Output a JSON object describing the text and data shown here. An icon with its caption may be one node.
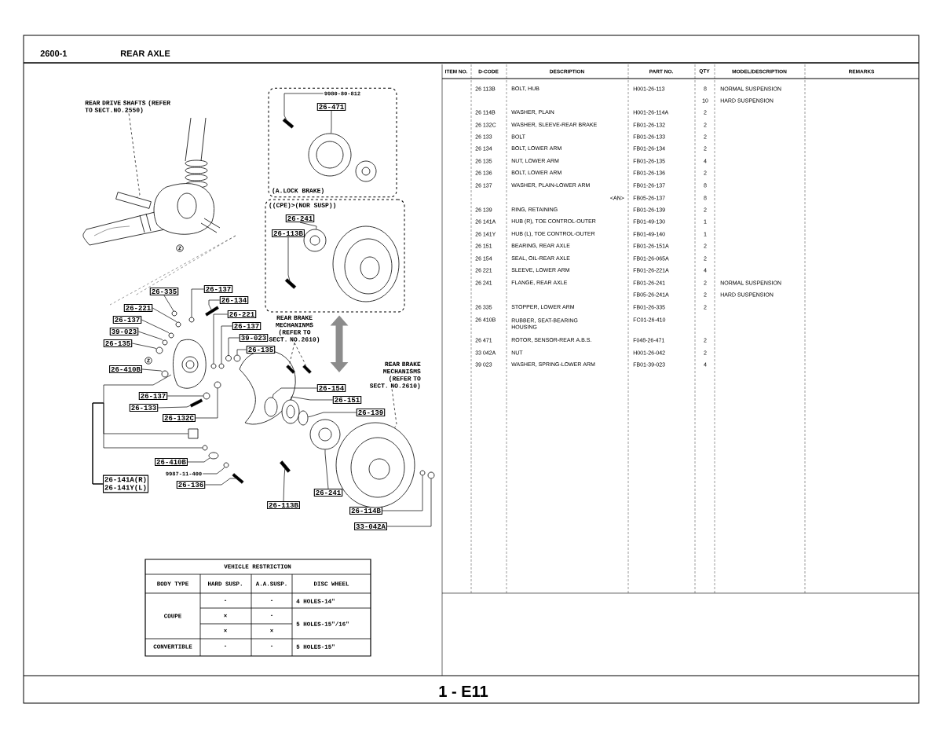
{
  "diagram": {
    "nodes": [
      {
        "text": [
          "(A.LOCK BRAKE)"
        ]
      },
      {
        "text": [
          "9980-80-812"
        ],
        "in": 0
      },
      {
        "text": [
          "26-471"
        ],
        "in": 0
      },
      {
        "text": [
          "((CPE)>(NOR SUSP))"
        ]
      },
      {
        "text": [
          "26-241"
        ],
        "in": 3
      },
      {
        "text": [
          "26-113B"
        ],
        "in": 3
      },
      {
        "text": [
          "REAR DRIVE SHAFTS (REFER TO SECT.NO.2550)"
        ]
      },
      {
        "text": [
          "Z"
        ]
      },
      {
        "text": [
          "26-335"
        ]
      },
      {
        "text": [
          "26-137"
        ]
      },
      {
        "text": [
          "26-134"
        ]
      },
      {
        "text": [
          "26-221"
        ]
      },
      {
        "text": [
          "26-221"
        ]
      },
      {
        "text": [
          "26-137"
        ]
      },
      {
        "text": [
          "26-137"
        ]
      },
      {
        "text": [
          "39-023"
        ]
      },
      {
        "text": [
          "39-023"
        ]
      },
      {
        "text": [
          "26-135"
        ]
      },
      {
        "text": [
          "26-135"
        ]
      },
      {
        "text": [
          "REAR BRAKE MECHANINMS (REFER TO SECT. NO.2610)"
        ]
      },
      {
        "text": [
          "Z"
        ]
      },
      {
        "text": [
          "26-410B"
        ]
      },
      {
        "text": [
          "REAR BRAKE MECHANISMS (REFER TO SECT. NO.2610)"
        ]
      },
      {
        "text": [
          "26-154"
        ]
      },
      {
        "text": [
          "26-151"
        ]
      },
      {
        "text": [
          "26-137"
        ]
      },
      {
        "text": [
          "26-133"
        ]
      },
      {
        "text": [
          "26-139"
        ]
      },
      {
        "text": [
          "26-132C"
        ]
      },
      {
        "text": [
          "26-410B"
        ]
      },
      {
        "text": [
          "9987-11-400"
        ]
      },
      {
        "text": [
          "26-141A(R)",
          "26-141Y(L)"
        ]
      },
      {
        "text": [
          "26-136"
        ]
      },
      {
        "text": [
          "26-241"
        ]
      },
      {
        "text": [
          "26-113B"
        ]
      },
      {
        "text": [
          "26-114B"
        ]
      },
      {
        "text": [
          "33-042A"
        ]
      },
      {
        "text": [],
        "shape": "bar",
        "in": 0
      },
      {
        "text": [],
        "shape": "circle",
        "in": 0
      },
      {
        "text": [],
        "shape": "circle",
        "in": 3
      },
      {
        "text": [],
        "shape": "bar",
        "in": 3
      },
      {
        "text": [],
        "shape": "bar"
      },
      {
        "text": [],
        "shape": "circle"
      },
      {
        "text": [],
        "shape": "circle"
      },
      {
        "text": [],
        "shape": "bar"
      },
      {
        "text": [],
        "shape": "circle"
      },
      {
        "text": [],
        "shape": "circle"
      },
      {
        "text": [],
        "shape": "circle"
      },
      {
        "text": [],
        "shape": "circle"
      },
      {
        "text": [],
        "shape": "circle"
      },
      {
        "text": [],
        "shape": "circle"
      },
      {
        "text": [],
        "shape": "circle"
      },
      {
        "text": [],
        "shape": "circle"
      },
      {
        "text": [],
        "shape": "bar"
      },
      {
        "text": [],
        "shape": "bar"
      },
      {
        "text": [],
        "shape": "circle"
      },
      {
        "text": [],
        "shape": "circle"
      },
      {
        "text": [],
        "shape": "circle"
      },
      {
        "text": [],
        "shape": "circle"
      },
      {
        "text": [],
        "shape": "circle"
      },
      {
        "text": [],
        "shape": "bar"
      },
      {
        "text": [],
        "shape": "circle"
      },
      {
        "text": [],
        "shape": "circle"
      },
      {
        "text": [],
        "shape": "circle"
      },
      {
        "text": [],
        "shape": "circle"
      },
      {
        "text": [],
        "shape": "picture"
      },
      {
        "text": [],
        "shape": "box"
      },
      {
        "text": [],
        "shape": "circle"
      },
      {
        "text": [],
        "shape": "bar"
      },
      {
        "text": [],
        "shape": "circle"
      },
      {
        "text": [],
        "shape": "bar"
      },
      {
        "text": [],
        "shape": "circle"
      },
      {
        "text": [],
        "shape": "circle"
      }
    ],
    "edges": [
      {
        "from": 1,
        "to": 37,
        "arrow": "none"
      },
      {
        "from": 2,
        "to": 38,
        "arrow": "none"
      },
      {
        "from": 4,
        "to": 39,
        "arrow": "none"
      },
      {
        "from": 5,
        "to": 40,
        "arrow": "none"
      },
      {
        "from": 6,
        "to": 41,
        "arrow": "none",
        "style": "dashed"
      },
      {
        "from": 8,
        "to": 42,
        "arrow": "none"
      },
      {
        "from": 9,
        "to": 43,
        "arrow": "none"
      },
      {
        "from": 10,
        "to": 44,
        "arrow": "none"
      },
      {
        "from": 11,
        "to": 45,
        "arrow": "none"
      },
      {
        "from": 12,
        "to": 46,
        "arrow": "none"
      },
      {
        "from": 13,
        "to": 47,
        "arrow": "none"
      },
      {
        "from": 14,
        "to": 48,
        "arrow": "none"
      },
      {
        "from": 15,
        "to": 49,
        "arrow": "none"
      },
      {
        "from": 16,
        "to": 50,
        "arrow": "none"
      },
      {
        "from": 17,
        "to": 51,
        "arrow": "none"
      },
      {
        "from": 18,
        "to": 52,
        "arrow": "none"
      },
      {
        "from": 19,
        "to": 53,
        "arrow": "none",
        "style": "dashed"
      },
      {
        "from": 19,
        "to": 54,
        "arrow": "none",
        "style": "dashed"
      },
      {
        "from": 21,
        "to": 55,
        "arrow": "none"
      },
      {
        "from": 22,
        "to": 56,
        "arrow": "none",
        "style": "dashed"
      },
      {
        "from": 23,
        "to": 57,
        "arrow": "none"
      },
      {
        "from": 24,
        "to": 58,
        "arrow": "none"
      },
      {
        "from": 25,
        "to": 59,
        "arrow": "none"
      },
      {
        "from": 26,
        "to": 60,
        "arrow": "none"
      },
      {
        "from": 27,
        "to": 61,
        "arrow": "none"
      },
      {
        "from": 28,
        "to": 62,
        "arrow": "none"
      },
      {
        "from": 29,
        "to": 63,
        "arrow": "none"
      },
      {
        "from": 30,
        "to": 64,
        "arrow": "none"
      },
      {
        "from": 31,
        "to": 65,
        "arrow": "none"
      },
      {
        "from": 31,
        "to": 66,
        "arrow": "none"
      },
      {
        "from": 31,
        "to": 67,
        "arrow": "none"
      },
      {
        "from": 32,
        "to": 68,
        "arrow": "none"
      },
      {
        "from": 33,
        "to": 69,
        "arrow": "none"
      },
      {
        "from": 34,
        "to": 70,
        "arrow": "none"
      },
      {
        "from": 35,
        "to": 71,
        "arrow": "none"
      },
      {
        "from": 36,
        "to": 72,
        "arrow": "none"
      },
      {
        "from": 3,
        "to": null,
        "arrow": "both",
        "style": "thick",
        "color": "#8c8c8c"
      }
    ],
    "labels": [
      "2600-1",
      "REAR AXLE",
      "ITEM NO.",
      "D-CODE",
      "DESCRIPTION",
      "PART NO.",
      "QTY",
      "MODEL/DESCRIPTION",
      "REMARKS",
      "26 113B",
      "BOLT, HUB",
      "H001-26-113",
      "8",
      "NORMAL SUSPENSION",
      "10",
      "HARD SUSPENSION",
      "26 114B",
      "WASHER, PLAIN",
      "H001-26-114A",
      "2",
      "26 132C",
      "WASHER, SLEEVE-REAR BRAKE",
      "FB01-26-132",
      "2",
      "26 133",
      "BOLT",
      "FB01-26-133",
      "2",
      "26 134",
      "BOLT, LOWER ARM",
      "FB01-26-134",
      "2",
      "26 135",
      "NUT, LOWER ARM",
      "FB01-26-135",
      "4",
      "26 136",
      "BOLT, LOWER ARM",
      "FB01-26-136",
      "2",
      "26 137",
      "WASHER, PLAIN-LOWER ARM",
      "FB01-26-137",
      "8",
      "<AN>",
      "FB05-26-137",
      "8",
      "26 139",
      "RING, RETAINING",
      "FB01-26-139",
      "2",
      "26 141A",
      "HUB (R), TOE CONTROL-OUTER",
      "FB01-49-130",
      "1",
      "26 141Y",
      "HUB (L), TOE CONTROL-OUTER",
      "FB01-49-140",
      "1",
      "26 151",
      "BEARING, REAR AXLE",
      "FB01-26-151A",
      "2",
      "26 154",
      "SEAL, OIL-REAR AXLE",
      "FB01-26-065A",
      "2",
      "26 221",
      "SLEEVE, LOWER ARM",
      "FB01-26-221A",
      "4",
      "26 241",
      "FLANGE, REAR AXLE",
      "FB01-26-241",
      "2",
      "NORMAL SUSPENSION",
      "FB05-26-241A",
      "2",
      "HARD SUSPENSION",
      "26 335",
      "STOPPER, LOWER ARM",
      "FB01-26-335",
      "2",
      "26 410B",
      "RUBBER, SEAT-BEARING HOUSING",
      "FC01-26-410",
      "26 471",
      "ROTOR, SENSOR-REAR A.B.S.",
      "F048-26-471",
      "2",
      "33 042A",
      "NUT",
      "H001-26-042",
      "2",
      "39 023",
      "WASHER, SPRING-LOWER ARM",
      "FB01-39-023",
      "4",
      "VEHICLE RESTRICTION",
      "BODY TYPE",
      "HARD SUSP.",
      "A.A.SUSP.",
      "DISC WHEEL",
      "COUPE",
      "-",
      "-",
      "4 HOLES-14\"",
      "×",
      "-",
      "5 HOLES-15\"/16\"",
      "×",
      "×",
      "CONVERTIBLE",
      "-",
      "-",
      "5 HOLES-15\"",
      "1 - E11"
    ]
  }
}
